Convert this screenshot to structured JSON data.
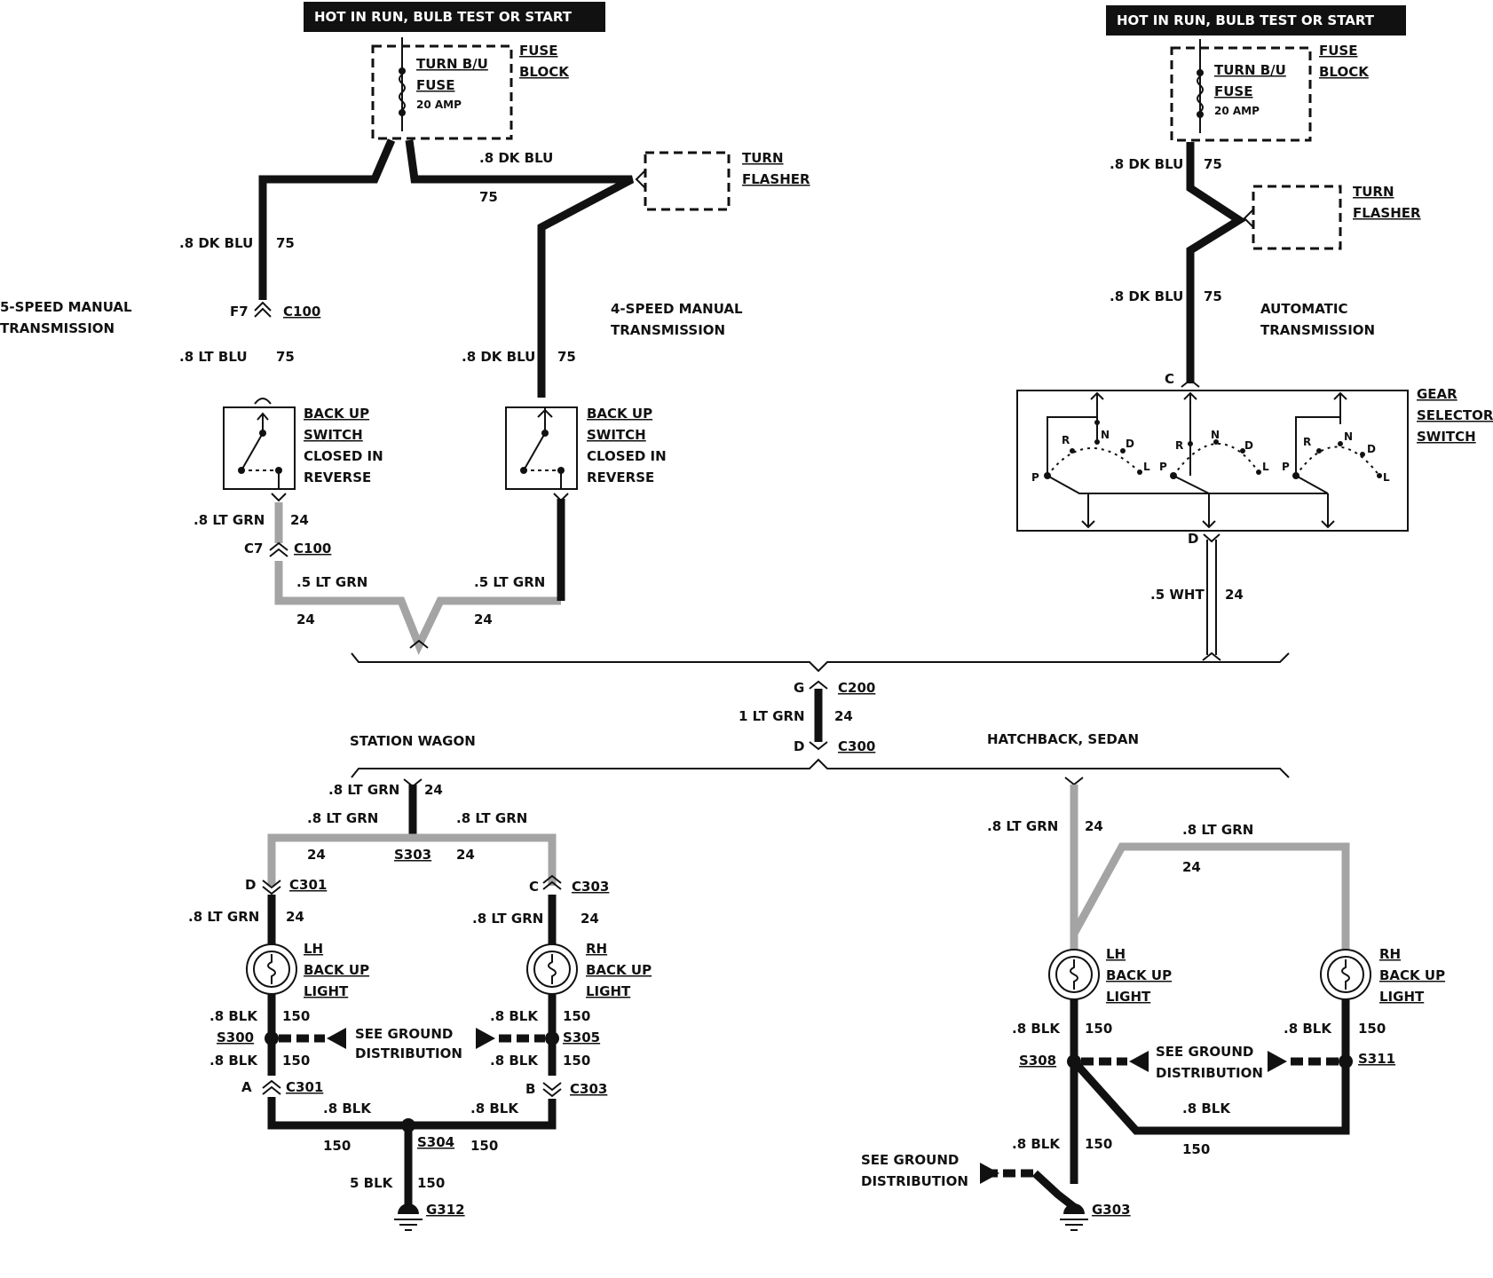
{
  "banners": {
    "left": "HOT IN RUN,  BULB TEST OR START",
    "right": "HOT IN RUN,  BULB TEST OR START"
  },
  "fuse": {
    "name1": "TURN B/U",
    "name2": "FUSE",
    "rating": "20 AMP",
    "block1": "FUSE",
    "block2": "BLOCK"
  },
  "flasher": {
    "l1": "TURN",
    "l2": "FLASHER"
  },
  "switch": {
    "l1": "BACK UP",
    "l2": "SWITCH",
    "l3": "CLOSED IN",
    "l4": "REVERSE"
  },
  "gear": {
    "l1": "GEAR",
    "l2": "SELECTOR",
    "l3": "SWITCH",
    "pos": {
      "p": "P",
      "r": "R",
      "n": "N",
      "d": "D",
      "l": "L"
    }
  },
  "sections": {
    "five": {
      "l1": "5-SPEED MANUAL",
      "l2": "TRANSMISSION"
    },
    "four": {
      "l1": "4-SPEED MANUAL",
      "l2": "TRANSMISSION"
    },
    "auto": {
      "l1": "AUTOMATIC",
      "l2": "TRANSMISSION"
    },
    "wagon": "STATION WAGON",
    "hatch": "HATCHBACK, SEDAN"
  },
  "wires": {
    "dkblu": ".8 DK BLU",
    "ltblu": ".8 LT BLU",
    "ltgrn8": ".8 LT GRN",
    "ltgrn5": ".5 LT GRN",
    "ltgrn1": "1 LT GRN",
    "wht5": ".5 WHT",
    "blk8": ".8 BLK",
    "blk5": "5 BLK",
    "c75": "75",
    "c24": "24",
    "c150": "150"
  },
  "conn": {
    "C100": "C100",
    "C200": "C200",
    "C300": "C300",
    "C301": "C301",
    "C303": "C303",
    "S300": "S300",
    "S303": "S303",
    "S304": "S304",
    "S305": "S305",
    "S308": "S308",
    "S311": "S311",
    "G303": "G303",
    "G312": "G312"
  },
  "pins": {
    "F7": "F7",
    "C7": "C7",
    "C": "C",
    "D": "D",
    "G": "G",
    "A": "A",
    "B": "B"
  },
  "light": {
    "lh": "LH",
    "rh": "RH",
    "l2": "BACK UP",
    "l3": "LIGHT"
  },
  "ground": {
    "l1": "SEE GROUND",
    "l2": "DISTRIBUTION"
  }
}
